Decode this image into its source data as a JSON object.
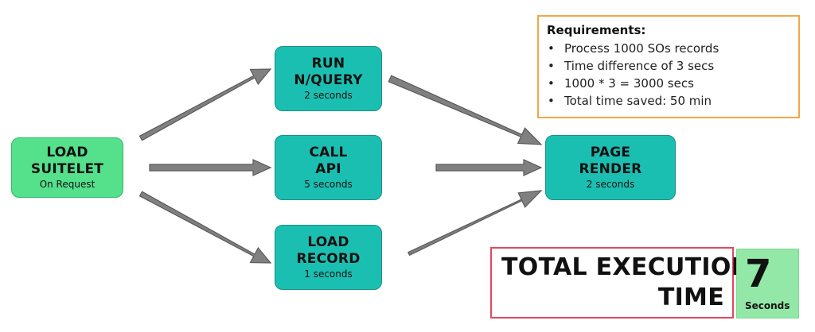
{
  "nodes": {
    "load_suitelet": {
      "title_line1": "LOAD",
      "title_line2": "SUITELET",
      "subtitle": "On Request"
    },
    "run_query": {
      "title_line1": "RUN",
      "title_line2": "N/QUERY",
      "subtitle": "2 seconds"
    },
    "call_api": {
      "title_line1": "CALL",
      "title_line2": "API",
      "subtitle": "5 seconds"
    },
    "load_record": {
      "title_line1": "LOAD",
      "title_line2": "RECORD",
      "subtitle": "1 seconds"
    },
    "page_render": {
      "title_line1": "PAGE",
      "title_line2": "RENDER",
      "subtitle": "2 seconds"
    }
  },
  "requirements": {
    "title": "Requirements:",
    "items": [
      "Process 1000 SOs records",
      "Time difference of 3 secs",
      "1000 * 3 = 3000 secs",
      "Total time saved: 50 min"
    ]
  },
  "total": {
    "label_line1": "TOTAL EXECUTION",
    "label_line2": "TIME",
    "value": "7",
    "unit": "Seconds"
  },
  "colors": {
    "teal_box": "#1bbfb1",
    "green_box": "#55e08c",
    "arrow": "#808080",
    "requirements_border": "#f0a848",
    "total_border": "#e3475e",
    "seconds_box": "#93e8a8"
  }
}
